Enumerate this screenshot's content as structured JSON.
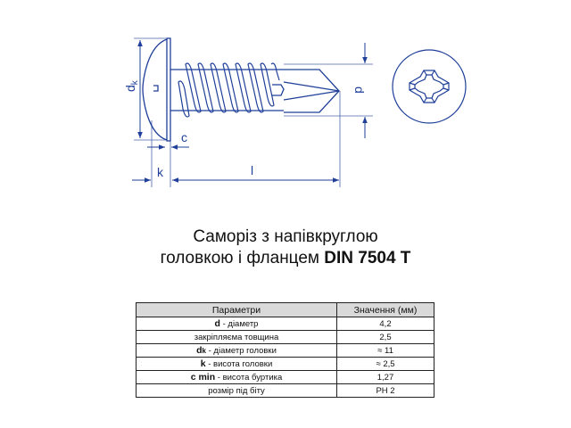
{
  "drawing": {
    "colors": {
      "line": "#1f3f99",
      "dim_line": "#1f3f99"
    },
    "dimension_labels": {
      "dk": "d",
      "dk_sub": "k",
      "d": "d",
      "c": "c",
      "k": "k",
      "l": "l"
    }
  },
  "title": {
    "line1": "Саморіз з напівкруглою",
    "line2_text": "головкою і фланцем ",
    "line2_bold": "DIN 7504 T"
  },
  "table": {
    "headers": [
      "Параметри",
      "Значення (мм)"
    ],
    "rows": [
      {
        "symbol": "d",
        "symbol_sub": "",
        "label": " - діаметр",
        "value": "4,2"
      },
      {
        "symbol": "",
        "symbol_sub": "",
        "label": "закріпляєма товщина",
        "value": "2,5"
      },
      {
        "symbol": "d",
        "symbol_sub": "k",
        "label": " - діаметр головки",
        "value": "≈ 11"
      },
      {
        "symbol": "k",
        "symbol_sub": "",
        "label": " - висота головки",
        "value": "≈ 2,5"
      },
      {
        "symbol": "c min",
        "symbol_sub": "",
        "label": " - висота буртика",
        "value": "1,27"
      },
      {
        "symbol": "",
        "symbol_sub": "",
        "label": "розмір під біту",
        "value": "PH 2"
      }
    ]
  }
}
